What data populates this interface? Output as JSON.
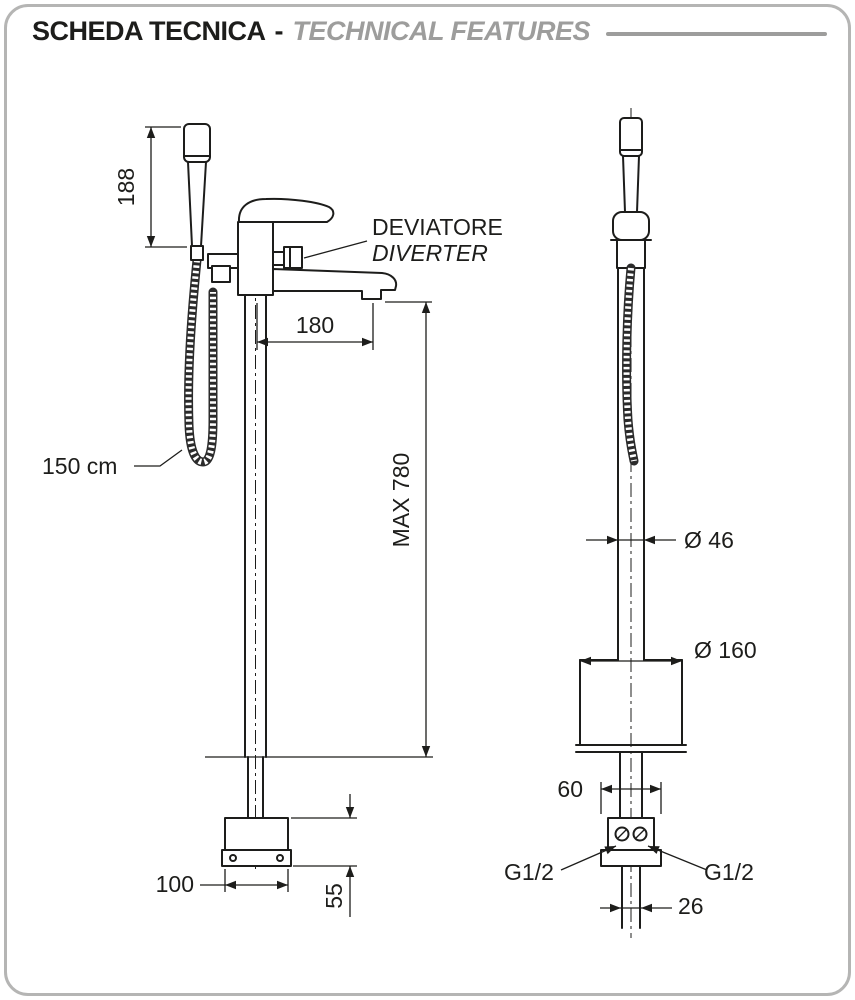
{
  "header": {
    "title_it": "SCHEDA TECNICA",
    "separator": "-",
    "title_en": "TECHNICAL FEATURES"
  },
  "colors": {
    "line": "#1d1d1b",
    "header_text": "#1d1d1b",
    "header_accent": "#9d9d9c",
    "frame_border": "#b5b5b4",
    "background": "#ffffff"
  },
  "front_view": {
    "name": "front view of freestanding bath mixer",
    "dimensions": {
      "handshower_height": "188",
      "spout_reach": "180",
      "max_height": "MAX 780",
      "hose_length": "150 cm",
      "base_plate_width": "100",
      "base_plate_height": "55"
    },
    "callout": {
      "it": "DEVIATORE",
      "en": "DIVERTER"
    }
  },
  "side_view": {
    "name": "side view of freestanding bath mixer",
    "dimensions": {
      "column_diameter": "Ø 46",
      "base_cover_diameter": "Ø 160",
      "base_plate_depth": "60",
      "inlet_left": "G1/2",
      "inlet_right": "G1/2",
      "inlet_spacing": "26"
    }
  }
}
